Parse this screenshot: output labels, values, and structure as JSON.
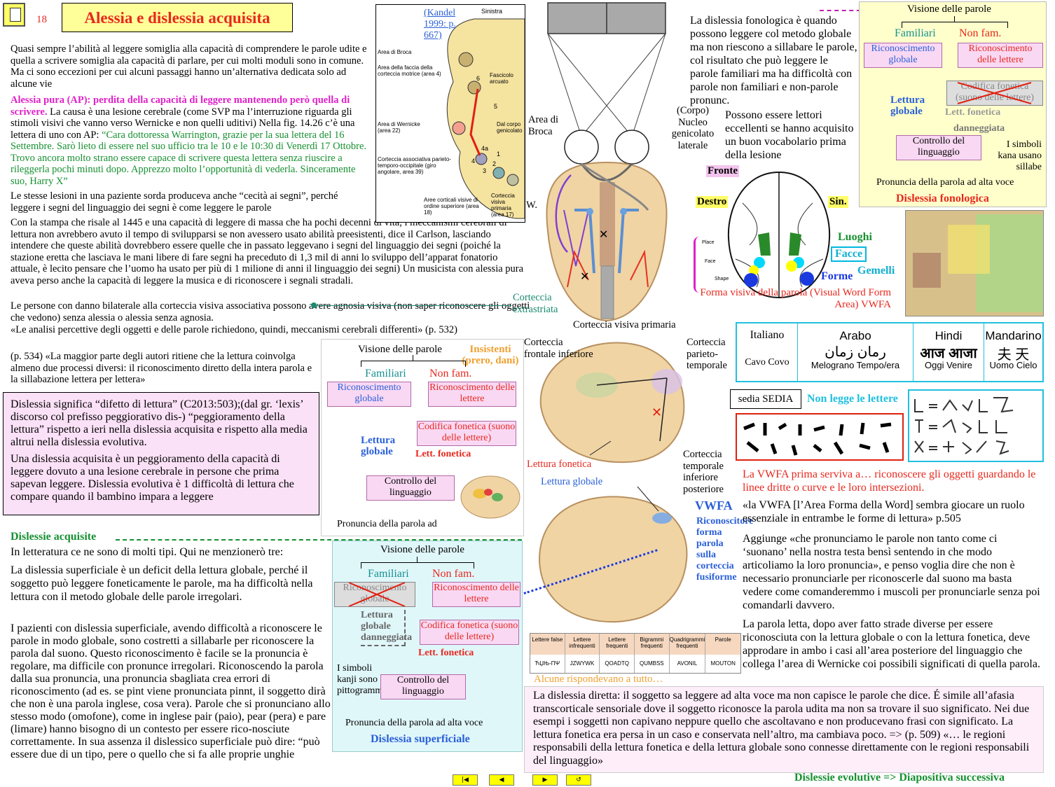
{
  "slide": {
    "number": "18",
    "title": "Alessia e dislessia acquisita"
  },
  "intro": {
    "p1": "Quasi sempre l’abilità al leggere somiglia alla capacità di comprendere le parole udite e quella a scrivere somiglia ala capacità di parlare, per cui molti moduli sono in comune. Ma ci sono eccezioni per cui alcuni passaggi hanno un’alternativa dedicata solo ad alcune vie",
    "ap_head": "Alessia pura (AP): perdita della capacità di leggere mantenendo però quella di scrivere.",
    "ap_body": "La causa è una lesione cerebrale (come SVP ma l’interruzione riguarda gli stimoli visivi che vanno verso Wernicke e non quelli uditivi) Nella fig. 14.26 c’è una lettera di uno con AP:",
    "letter": "“Cara dottoressa Warrington, grazie per la sua lettera del 16 Settembre. Sarò lieto di essere nel suo ufficio tra le 10 e le 10:30 di Venerdì 17 Ottobre. Trovo ancora molto strano essere capace di scrivere questa lettera senza riuscire a rileggerla pochi minuti dopo. Apprezzo molto l’opportunità di vederla. Sinceramente suo, Harry X”",
    "deaf": "Le stesse lesioni in una paziente sorda produceva anche “cecità ai segni”, perché leggere i segni del linguaggio dei segni è come leggere le parole",
    "press": "Con la stampa che risale al 1445 e una capacità di leggere di massa che ha pochi decenni di vita, i meccanismi cerebrali di lettura non avrebbero avuto il tempo di svilupparsi se non avessero usato abilità preesistenti, dice il Carlson, lasciando intendere che queste abilità dovrebbero essere quelle che in passato leggevano i segni del linguaggio dei segni (poiché la stazione eretta che lasciava le mani libere di fare segni ha preceduto di 1,3 mil di anni lo sviluppo dell’apparat fonatorio attuale, è lecito pensare che l’uomo ha usato per più di 1 milione di anni il linguaggio dei segni) Un musicista con alessia pura aveva perso anche la capacità di leggere la musica e di riconoscere i segnali stradali.",
    "bilateral": "Le persone con danno bilaterale alla corteccia visiva associativa possono avere agnosia visiva (non saper riconoscere gli oggetti che vedono) senza alessia o alessia senza agnosia.",
    "quote532": "«Le analisi percettive degli oggetti e delle parole richiedono, quindi, meccanismi cerebrali differenti» (p. 532)",
    "p534": "(p. 534) «La maggior parte degli autori ritiene che la lettura coinvolga almeno due processi diversi: il riconoscimento diretto della intera parola e la sillabazione lettera per lettera»"
  },
  "definition_box": {
    "p1": "Dislessia significa “difetto di lettura” (C2013:503);(dal gr. ‘lexis’ discorso col prefisso peggiorativo dis-) “peggioramento della lettura” rispetto a ieri nella dislessia acquisita e rispetto alla media altrui nella dislessia evolutiva.",
    "p2": "Una dislessia acquisita è un peggioramento della capacità di leggere dovuto a una lesione cerebrale in persone che prima sapevan leggere. Dislessia evolutiva è 1 difficoltà di lettura che compare quando il bambino impara a leggere"
  },
  "acquired": {
    "heading": "Dislessie acquisite",
    "intro": "In letteratura ce ne sono di molti tipi. Qui ne menzionerò tre:",
    "superficial": "La dislessia superficiale è un deficit della lettura globale, perché il soggetto può leggere foneticamente le parole, ma ha difficoltà nella lettura con il metodo globale delle parole irregolari.",
    "superficial2": "I pazienti con dislessia superficiale, avendo difficoltà a riconoscere le parole in modo globale, sono costretti a sillabarle per riconoscere la parola dal suono. Questo riconoscimento è facile se la pronuncia è regolare, ma difficile con pronunce irregolari. Riconoscendo la parola dalla sua pronuncia, una pronuncia sbagliata crea errori di riconoscimento (ad es. se pint viene pronunciata pinnt, il soggetto dirà che non è una parola inglese, cosa vera). Parole che si pronunciano allo stesso modo (omofone), come in inglese pair (paio), pear (pera) e pare (limare) hanno bisogno di un contesto per essere rico-nosciute correttamente. In sua assenza il dislessico superficiale può dire: “può essere due di un tipo, pere o quello che si fa alle proprie unghie"
  },
  "kandel": {
    "ref": "(Kandel 1999: p. 667)",
    "sinistra": "Sinistra",
    "labels": [
      "Area di Broca",
      "Area della faccia della corteccia motrice (area 4)",
      "Fascicolo arcuato",
      "Area di Wernicke (area 22)",
      "Dal corpo genicolato",
      "Corteccia associativa parieto-temporo-occipitale (giro angolare, area 39)",
      "Aree corticali visive di ordine superiore (area 18)",
      "Corteccia visiva primaria (area 17)"
    ],
    "nums": [
      "6",
      "5",
      "4a",
      "4",
      "3",
      "2",
      "1"
    ]
  },
  "center_brain": {
    "broca": "Area di Broca",
    "genic": "(Corpo) Nucleo genicolato laterale",
    "w": "W.",
    "extra": "Corteccia extrastriata",
    "primary": "Corteccia visiva primaria"
  },
  "phonological": {
    "text": "La dislessia fonologica è quando possono leggere col metodo globale ma non riescono a sillabare le parole, col risultato che può leggere le parole familiari ma ha difficoltà con parole non familiari e non-parole pronunc.",
    "text2": "Possono essere lettori eccellenti se hanno acquisito un buon vocabolario prima della lesione"
  },
  "flow_phon": {
    "top": "Visione delle parole",
    "fam": "Familiari",
    "nonfam": "Non fam.",
    "rg": "Riconoscimento globale",
    "rl": "Riconoscimento delle lettere",
    "cf": "Codifica fonetica (suono delle lettere)",
    "lg": "Lettura globale",
    "lf": "Lett. fonetica",
    "dann": "danneggiata",
    "ctrl": "Controllo del linguaggio",
    "kana": "I simboli kana usano sillabe",
    "pron": "Pronuncia della parola ad alta voce",
    "title": "Dislessia fonologica"
  },
  "ventral": {
    "fronte": "Fronte",
    "destro": "Destro",
    "sin": "Sin.",
    "luoghi": "Luoghi",
    "facce": "Facce",
    "forme": "Forme",
    "gemelli": "Gemelli",
    "place": "Place",
    "face": "Face",
    "shape": "Shape",
    "vwfa": "Forma visiva della parola (Visual Word Form Area) VWFA"
  },
  "flow_mid": {
    "top": "Visione delle parole",
    "ins": "Insistenti (prero, dani)",
    "fam": "Familiari",
    "nonfam": "Non fam.",
    "rg": "Riconoscimento globale",
    "rl": "Riconoscimento delle lettere",
    "cf": "Codifica fonetica (suono delle lettere)",
    "lg": "Lettura globale",
    "lf": "Lett. fonetica",
    "ctrl": "Controllo del linguaggio",
    "pron": "Pronuncia della parola ad"
  },
  "lateral_brain": {
    "frontal": "Corteccia frontale inferiore",
    "parietal": "Corteccia parieto-temporale",
    "temporal": "Corteccia temporale inferiore posteriore",
    "lf": "Lettura fonetica",
    "lg": "Lettura globale",
    "vwfa": "VWFA",
    "vwfa_desc": "Riconoscitore forma parola sulla corteccia fusiforme"
  },
  "scripts": {
    "cols": [
      {
        "name": "Italiano",
        "glyphs": "",
        "words": "Cavo  Covo"
      },
      {
        "name": "Arabo",
        "glyphs": "رمان   زمان",
        "words": "Melograno  Tempo/era"
      },
      {
        "name": "Hindi",
        "glyphs": "आज आजा",
        "words": "Oggi  Venire"
      },
      {
        "name": "Mandarino",
        "glyphs": "夫  天",
        "words": "Uomo  Cielo"
      }
    ],
    "sedia": "sedia SEDIA",
    "nonlegge": "Non legge le lettere"
  },
  "vwfa_text": {
    "objects": "La VWFA prima serviva a… riconoscere gli oggetti guardando le linee dritte o curve e le loro intersezioni.",
    "quote505": "«la VWFA [l’Area Forma della Word] sembra giocare un ruolo essenziale in entrambe le forme di lettura» p.505",
    "adds": "Aggiunge «che pronunciamo le parole non tanto come ci ‘suonano’ nella nostra testa bensì sentendo in che modo articoliamo la loro pronuncia», e penso voglia dire che non è necessario pronunciarle per riconoscerle dal suono ma basta vedere come comanderemmo i muscoli per pronunciarle senza poi comandarli davvero.",
    "read": "La parola letta, dopo aver fatto strade diverse per essere riconosciuta con la lettura globale o con la lettura fonetica, deve approdare in ambo i casi all’area posteriore del linguaggio che collega l’area di Wernicke coi possibili significati di quella parola."
  },
  "flow_sup": {
    "top": "Visione delle parole",
    "fam": "Familiari",
    "nonfam": "Non fam.",
    "rg": "Riconoscimento globale",
    "rl": "Riconoscimento delle lettere",
    "lgd": "Lettura globale danneggiata",
    "cf": "Codifica fonetica (suono delle lettere)",
    "lf": "Lett. fonetica",
    "kanji": "I simboli kanji sono pittogrammi",
    "ctrl": "Controllo del linguaggio",
    "pron": "Pronuncia della parola ad alta voce",
    "title": "Dislessia superficiale"
  },
  "word_table": {
    "headers": [
      "Lettere false",
      "Lettere infrequenti",
      "Lettere frequenti",
      "Bigrammi frequenti",
      "Quadrigrammi frequenti",
      "Parole"
    ],
    "cells": [
      "ЋЏЊ-ΠΨ",
      "JZWYWK",
      "QOADTQ",
      "QUMBSS",
      "AVONIL",
      "MOUTON"
    ],
    "caption": "Alcune rispondevano a tutto…"
  },
  "direct": {
    "text": "La dislessia diretta: il soggetto sa leggere ad alta voce ma non capisce le parole che dice. É simile all’afasia transcorticale sensoriale dove il soggetto riconosce la parola udita ma non sa trovare il suo significato. Nei due esempi i soggetti non capivano neppure quello che ascoltavano e non producevano frasi con significato. La lettura fonetica era persa in un caso e conservata nell’altro, ma cambiava poco. => (p. 509) «… le regioni responsabili della lettura fonetica e della lettura globale sono connesse direttamente con le regioni responsabili del linguaggio»",
    "next": "Dislessie evolutive => Diapositiva successiva"
  },
  "nav": [
    "|◀",
    "◀",
    "▶",
    "↺"
  ],
  "colors": {
    "title_bg": "#ffff99",
    "flow_bg": "#ffffcc",
    "flow2_bg": "#e0f7fa",
    "pink_box": "#f9d8f3",
    "red": "#e8281e",
    "blue": "#2a60d8",
    "green": "#169030",
    "magenta": "#e020c8"
  }
}
